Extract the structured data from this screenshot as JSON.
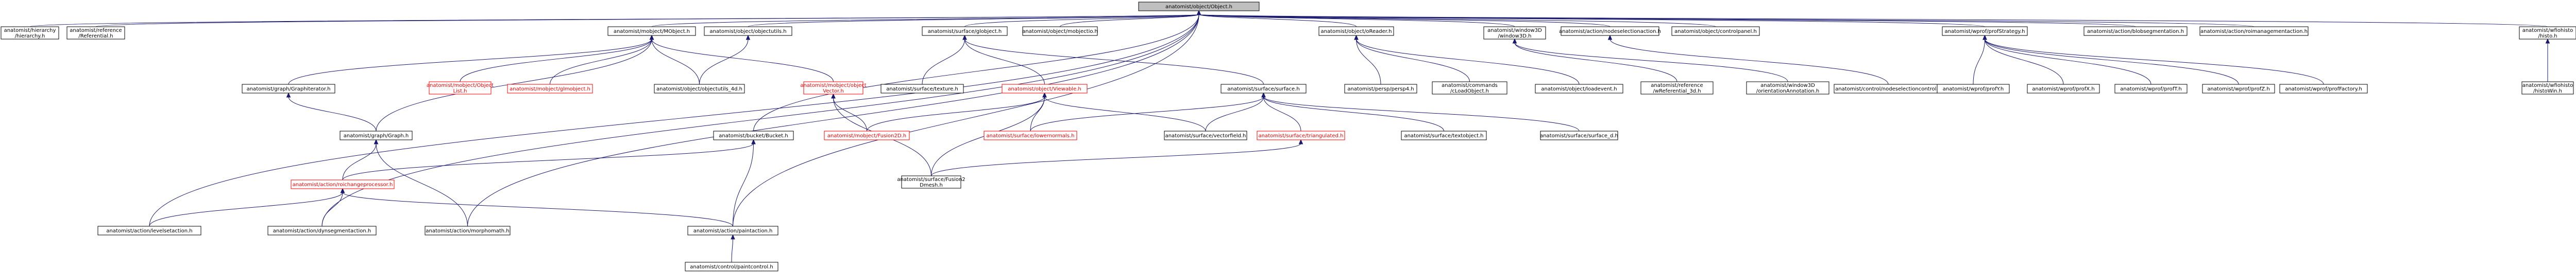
{
  "colors": {
    "edge": "#191970",
    "root_fill": "#bfbfbf",
    "link_text": "#000000",
    "missing_text": "#ff0000"
  },
  "graph": {
    "root": "anatomist/object/Object.h",
    "nodes": [
      {
        "id": "root",
        "lines": [
          "anatomist/object/Object.h"
        ],
        "root": true
      },
      {
        "id": "hier",
        "lines": [
          "anatomist/hierarchy",
          "/hierarchy.h"
        ]
      },
      {
        "id": "ref",
        "lines": [
          "anatomist/reference",
          "/Referential.h"
        ]
      },
      {
        "id": "mobj",
        "lines": [
          "anatomist/mobject/MObject.h"
        ]
      },
      {
        "id": "oobj",
        "lines": [
          "anatomist/object/objectutils.h"
        ]
      },
      {
        "id": "sglob",
        "lines": [
          "anatomist/surface/globject.h"
        ]
      },
      {
        "id": "oobjv",
        "lines": [
          "anatomist/object/mobjectio.h"
        ]
      },
      {
        "id": "oread",
        "lines": [
          "anatomist/object/oReader.h"
        ]
      },
      {
        "id": "win3d",
        "lines": [
          "anatomist/window3D",
          "/window3D.h"
        ]
      },
      {
        "id": "nodesel",
        "lines": [
          "anatomist/action/nodeselectionaction.h"
        ]
      },
      {
        "id": "ctrlwin",
        "lines": [
          "anatomist/object/controlpanel.h"
        ]
      },
      {
        "id": "profstrat",
        "lines": [
          "anatomist/wprof/profStrategy.h"
        ]
      },
      {
        "id": "blob",
        "lines": [
          "anatomist/action/blobsegmentation.h"
        ]
      },
      {
        "id": "roiman",
        "lines": [
          "anatomist/action/roimanagementaction.h"
        ]
      },
      {
        "id": "histo",
        "lines": [
          "anatomist/wfiohisto",
          "/histo.h"
        ]
      },
      {
        "id": "gitr",
        "lines": [
          "anatomist/graph/Graphiterator.h"
        ]
      },
      {
        "id": "objlist",
        "lines": [
          "anatomist/mobject/Object",
          "List.h"
        ],
        "missing": true
      },
      {
        "id": "glmobj",
        "lines": [
          "anatomist/mobject/glmobject.h"
        ],
        "missing": true
      },
      {
        "id": "objutil4d",
        "lines": [
          "anatomist/object/objectutils_4d.h"
        ]
      },
      {
        "id": "mobjvec",
        "lines": [
          "anatomist/mobject/object",
          "Vector.h"
        ],
        "missing": true
      },
      {
        "id": "stex",
        "lines": [
          "anatomist/surface/texture.h"
        ]
      },
      {
        "id": "viewable",
        "lines": [
          "anatomist/object/Viewable.h"
        ],
        "missing": true
      },
      {
        "id": "ssurf",
        "lines": [
          "anatomist/surface/surface.h"
        ]
      },
      {
        "id": "perspm",
        "lines": [
          "anatomist/persp/persp4.h"
        ]
      },
      {
        "id": "cmdload",
        "lines": [
          "anatomist/commands",
          "/cLoadObject.h"
        ]
      },
      {
        "id": "loadevt",
        "lines": [
          "anatomist/object/loadevent.h"
        ]
      },
      {
        "id": "refref",
        "lines": [
          "anatomist/reference",
          "/wReferential_3d.h"
        ]
      },
      {
        "id": "win3dori",
        "lines": [
          "anatomist/window3D",
          "/orientationAnnotation.h"
        ]
      },
      {
        "id": "ctrlsel",
        "lines": [
          "anatomist/control/nodeselectioncontrol.h"
        ]
      },
      {
        "id": "wpr1",
        "lines": [
          "anatomist/wprof/profY.h"
        ]
      },
      {
        "id": "wpr2",
        "lines": [
          "anatomist/wprof/profX.h"
        ]
      },
      {
        "id": "wpr3",
        "lines": [
          "anatomist/wprof/profT.h"
        ]
      },
      {
        "id": "wpr4",
        "lines": [
          "anatomist/wprof/profZ.h"
        ]
      },
      {
        "id": "wprfac",
        "lines": [
          "anatomist/wprof/profFactory.h"
        ]
      },
      {
        "id": "histwin",
        "lines": [
          "anatomist/wfiohisto",
          "/histoWin.h"
        ]
      },
      {
        "id": "ggraph",
        "lines": [
          "anatomist/graph/Graph.h"
        ]
      },
      {
        "id": "bucket",
        "lines": [
          "anatomist/bucket/Bucket.h"
        ]
      },
      {
        "id": "fusion2d",
        "lines": [
          "anatomist/mobject/Fusion2D.h"
        ],
        "missing": true
      },
      {
        "id": "snorm",
        "lines": [
          "anatomist/surface/lowernormals.h"
        ],
        "missing": true
      },
      {
        "id": "svec",
        "lines": [
          "anatomist/surface/vectorfield.h"
        ]
      },
      {
        "id": "stri",
        "lines": [
          "anatomist/surface/triangulated.h"
        ],
        "missing": true
      },
      {
        "id": "stexobj",
        "lines": [
          "anatomist/surface/textobject.h"
        ]
      },
      {
        "id": "s4d",
        "lines": [
          "anatomist/surface/surface_d.h"
        ]
      },
      {
        "id": "roichg",
        "lines": [
          "anatomist/action/roichangeprocessor.h"
        ],
        "missing": true
      },
      {
        "id": "sfus",
        "lines": [
          "anatomist/surface/Fusion2",
          "Dmesh.h"
        ]
      },
      {
        "id": "lvlset",
        "lines": [
          "anatomist/action/levelsetaction.h"
        ]
      },
      {
        "id": "dynseg",
        "lines": [
          "anatomist/action/dynsegmentaction.h"
        ]
      },
      {
        "id": "morpho",
        "lines": [
          "anatomist/action/morphomath.h"
        ]
      },
      {
        "id": "paint",
        "lines": [
          "anatomist/action/paintaction.h"
        ]
      },
      {
        "id": "paintctl",
        "lines": [
          "anatomist/control/paintcontrol.h"
        ]
      }
    ],
    "edges": [
      [
        "root",
        "hier"
      ],
      [
        "root",
        "ref"
      ],
      [
        "root",
        "mobj"
      ],
      [
        "root",
        "oobj"
      ],
      [
        "root",
        "sglob"
      ],
      [
        "root",
        "oobjv"
      ],
      [
        "root",
        "oread"
      ],
      [
        "root",
        "win3d"
      ],
      [
        "root",
        "nodesel"
      ],
      [
        "root",
        "ctrlwin"
      ],
      [
        "root",
        "profstrat"
      ],
      [
        "root",
        "blob"
      ],
      [
        "root",
        "roiman"
      ],
      [
        "root",
        "histo"
      ],
      [
        "root",
        "bucket"
      ],
      [
        "root",
        "lvlset"
      ],
      [
        "root",
        "dynseg"
      ],
      [
        "root",
        "morpho"
      ],
      [
        "root",
        "paint"
      ],
      [
        "mobj",
        "gitr"
      ],
      [
        "mobj",
        "objlist"
      ],
      [
        "mobj",
        "glmobj"
      ],
      [
        "mobj",
        "objutil4d"
      ],
      [
        "mobj",
        "mobjvec"
      ],
      [
        "mobj",
        "ggraph"
      ],
      [
        "oobj",
        "objutil4d"
      ],
      [
        "sglob",
        "stex"
      ],
      [
        "sglob",
        "viewable"
      ],
      [
        "sglob",
        "ssurf"
      ],
      [
        "oread",
        "perspm"
      ],
      [
        "oread",
        "cmdload"
      ],
      [
        "oread",
        "loadevt"
      ],
      [
        "win3d",
        "refref"
      ],
      [
        "win3d",
        "win3dori"
      ],
      [
        "nodesel",
        "ctrlsel"
      ],
      [
        "profstrat",
        "wpr1"
      ],
      [
        "profstrat",
        "wpr2"
      ],
      [
        "profstrat",
        "wpr3"
      ],
      [
        "profstrat",
        "wpr4"
      ],
      [
        "profstrat",
        "wprfac"
      ],
      [
        "histo",
        "histwin"
      ],
      [
        "gitr",
        "ggraph"
      ],
      [
        "mobjvec",
        "fusion2d"
      ],
      [
        "mobjvec",
        "sfus"
      ],
      [
        "viewable",
        "fusion2d"
      ],
      [
        "viewable",
        "snorm"
      ],
      [
        "viewable",
        "svec"
      ],
      [
        "viewable",
        "sfus"
      ],
      [
        "ssurf",
        "snorm"
      ],
      [
        "ssurf",
        "svec"
      ],
      [
        "ssurf",
        "stri"
      ],
      [
        "ssurf",
        "stexobj"
      ],
      [
        "ssurf",
        "s4d"
      ],
      [
        "ggraph",
        "roichg"
      ],
      [
        "ggraph",
        "morpho"
      ],
      [
        "bucket",
        "roichg"
      ],
      [
        "bucket",
        "paint"
      ],
      [
        "stri",
        "sfus"
      ],
      [
        "roichg",
        "lvlset"
      ],
      [
        "roichg",
        "dynseg"
      ],
      [
        "roichg",
        "paint"
      ],
      [
        "paint",
        "paintctl"
      ]
    ]
  }
}
